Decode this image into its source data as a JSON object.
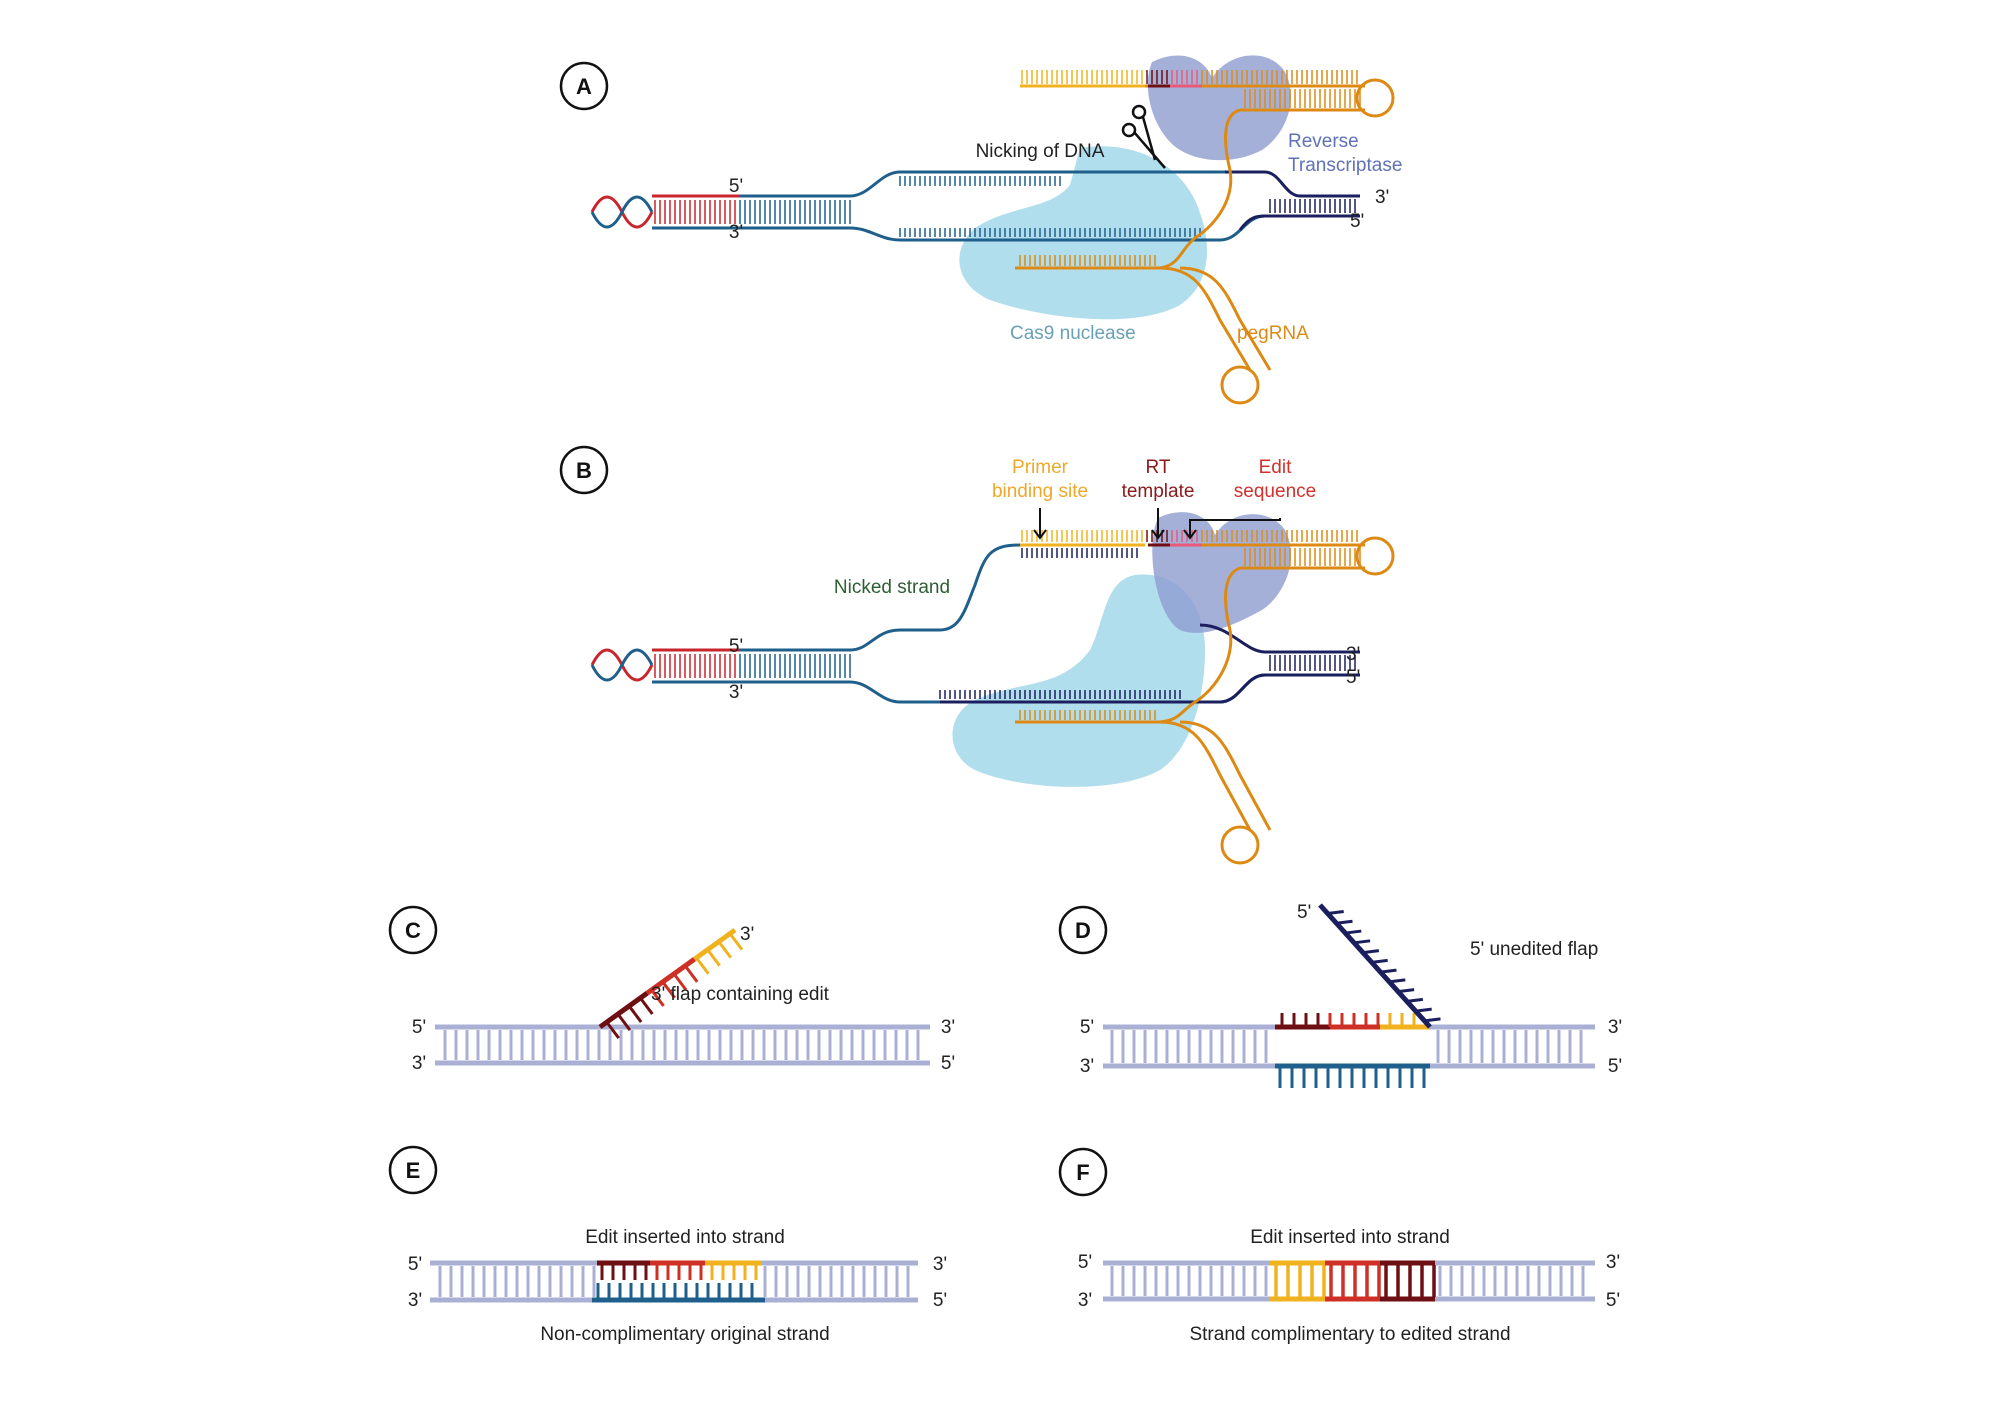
{
  "colors": {
    "dna_blue": "#1f5f8b",
    "dna_dark": "#1b1f5e",
    "dna_red": "#c8262c",
    "dna_lilac": "#a9b0d4",
    "rna_orange": "#dd8a14",
    "rna_yellow": "#f0b21f",
    "edit_red": "#cf3026",
    "edit_pink": "#e85a77",
    "rt_dark": "#6d0f13",
    "cas9": "#a9daeb",
    "rt_protein": "#8e9cd0",
    "label_green": "#2f5e34",
    "label_cas9": "#6aa0b8",
    "label_rt": "#5f72b8",
    "label_primer": "#eea82a",
    "label_rt_template": "#8c1a1a",
    "label_edit": "#d0322c"
  },
  "panels": {
    "A": {
      "letter": "A",
      "nicking": "Nicking of DNA",
      "five_prime_left": "5'",
      "three_prime_left": "3'",
      "three_prime_right": "3'",
      "five_prime_right": "5'",
      "rt_line1": "Reverse",
      "rt_line2": "Transcriptase",
      "cas9": "Cas9 nuclease",
      "pegrna": "pegRNA",
      "scissors_icon": "scissors-icon"
    },
    "B": {
      "letter": "B",
      "primer_line1": "Primer",
      "primer_line2": "binding site",
      "rt_line1": "RT",
      "rt_line2": "template",
      "edit_line1": "Edit",
      "edit_line2": "sequence",
      "nicked": "Nicked strand",
      "five_prime_left": "5'",
      "three_prime_left": "3'",
      "three_prime_right": "3'",
      "five_prime_right": "5'"
    },
    "C": {
      "letter": "C",
      "flap_label": "3' flap containing edit",
      "flap_end": "3'",
      "left_top": "5'",
      "left_bottom": "3'",
      "right_top": "3'",
      "right_bottom": "5'"
    },
    "D": {
      "letter": "D",
      "flap_label": "5' unedited flap",
      "flap_end": "5'",
      "left_top": "5'",
      "left_bottom": "3'",
      "right_top": "3'",
      "right_bottom": "5'"
    },
    "E": {
      "letter": "E",
      "top_label": "Edit inserted into strand",
      "bottom_label": "Non-complimentary original strand",
      "left_top": "5'",
      "left_bottom": "3'",
      "right_top": "3'",
      "right_bottom": "5'"
    },
    "F": {
      "letter": "F",
      "top_label": "Edit inserted into strand",
      "bottom_label": "Strand complimentary to edited strand",
      "left_top": "5'",
      "left_bottom": "3'",
      "right_top": "3'",
      "right_bottom": "5'"
    }
  }
}
